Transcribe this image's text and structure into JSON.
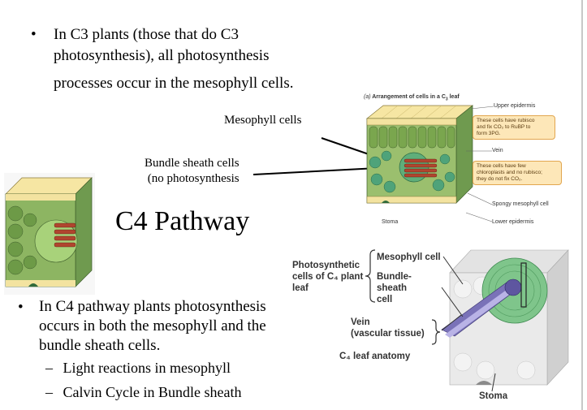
{
  "slide": {
    "bullet1": {
      "line1": "In C3 plants (those that do C3",
      "line2": "photosynthesis), all photosynthesis",
      "line3": "processes occur in the mesophyll cells."
    },
    "label_mesophyll": "Mesophyll cells",
    "label_bundle_line1": "Bundle sheath cells",
    "label_bundle_line2": "(no photosynthesis",
    "heading": "C4 Pathway",
    "bullet2": {
      "line1": "In C4 pathway plants photosynthesis",
      "line2": "occurs in both the mesophyll and the",
      "line3": "bundle sheath cells."
    },
    "sub1": "Light reactions in mesophyll",
    "sub2": "Calvin Cycle in Bundle sheath"
  },
  "c3_diagram": {
    "title_a": "(a)",
    "title": "Arrangement of cells in a C",
    "title_sub": "3",
    "title_end": " leaf",
    "upper_epidermis": "Upper epidermis",
    "callout1_l1": "These cells have rubisco",
    "callout1_l2": "and fix CO₂ to RuBP to",
    "callout1_l3": "form 3PG.",
    "vein": "Vein",
    "callout2_l1": "These cells have few",
    "callout2_l2": "chloroplasts and no rubisco;",
    "callout2_l3": "they do not fix CO₂.",
    "spongy": "Spongy mesophyll cell",
    "stoma": "Stoma",
    "lower_epidermis": "Lower epidermis"
  },
  "c4_diagram": {
    "photosynthetic_l1": "Photosynthetic",
    "photosynthetic_l2": "cells of C₄ plant",
    "photosynthetic_l3": "leaf",
    "mesophyll_cell": "Mesophyll cell",
    "bundle_l1": "Bundle-",
    "bundle_l2": "sheath",
    "bundle_l3": "cell",
    "vein_l1": "Vein",
    "vein_l2": "(vascular tissue)",
    "caption": "C₄ leaf anatomy",
    "stoma": "Stoma"
  },
  "bullet_glyph": "•",
  "dash_glyph": "–"
}
